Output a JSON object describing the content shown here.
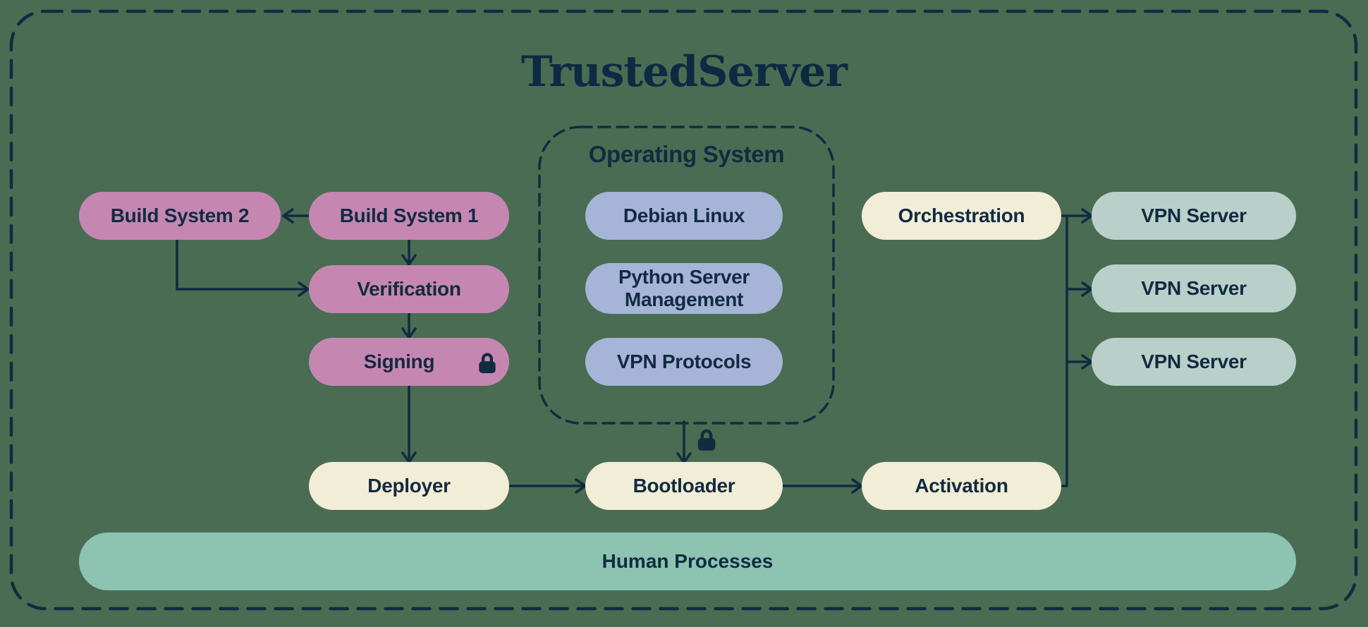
{
  "title": "TrustedServer",
  "nodes": {
    "build_system_2": {
      "label": "Build System 2"
    },
    "build_system_1": {
      "label": "Build System 1"
    },
    "verification": {
      "label": "Verification"
    },
    "signing": {
      "label": "Signing",
      "icon": "lock-icon"
    },
    "deployer": {
      "label": "Deployer"
    },
    "operating_system": {
      "label": "Operating System"
    },
    "debian_linux": {
      "label": "Debian Linux"
    },
    "python_server_management": {
      "label": "Python Server Management"
    },
    "vpn_protocols": {
      "label": "VPN Protocols"
    },
    "bootloader": {
      "label": "Bootloader",
      "input_icon": "lock-icon"
    },
    "orchestration": {
      "label": "Orchestration"
    },
    "activation": {
      "label": "Activation"
    },
    "vpn_server_1": {
      "label": "VPN Server"
    },
    "vpn_server_2": {
      "label": "VPN Server"
    },
    "vpn_server_3": {
      "label": "VPN Server"
    },
    "human_processes": {
      "label": "Human Processes"
    }
  },
  "edges": [
    {
      "from": "build_system_1",
      "to": "build_system_2"
    },
    {
      "from": "build_system_1",
      "to": "verification"
    },
    {
      "from": "build_system_2",
      "to": "verification"
    },
    {
      "from": "verification",
      "to": "signing"
    },
    {
      "from": "signing",
      "to": "deployer"
    },
    {
      "from": "deployer",
      "to": "bootloader"
    },
    {
      "from": "operating_system",
      "to": "bootloader"
    },
    {
      "from": "bootloader",
      "to": "activation"
    },
    {
      "from": "orchestration",
      "to": "vpn_server_1"
    },
    {
      "from": "activation",
      "to": "vpn_server_1"
    },
    {
      "from": "activation",
      "to": "vpn_server_2"
    },
    {
      "from": "activation",
      "to": "vpn_server_3"
    }
  ],
  "groups": {
    "outer": "TrustedServer",
    "os": "Operating System"
  },
  "icons": {
    "lock": "padlock"
  },
  "colors": {
    "background": "#4a6c52",
    "ink": "#112b41",
    "build_pink": "#c587b2",
    "os_blue": "#a6b4d8",
    "process_cream": "#f2edd6",
    "vpn_teal": "#b9d0ca",
    "human_teal": "#8cc3b1"
  }
}
